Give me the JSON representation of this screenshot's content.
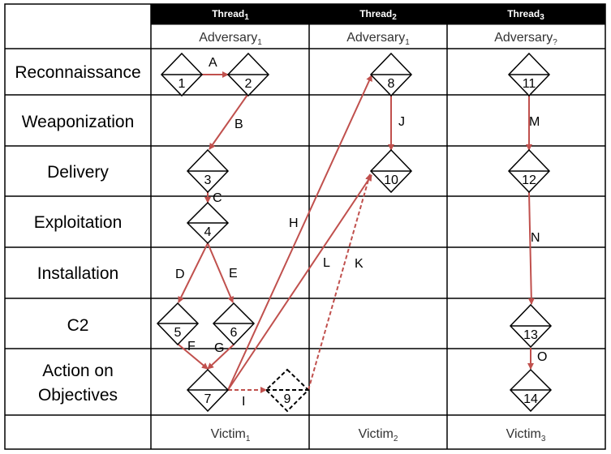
{
  "threads": [
    {
      "label": "Thread",
      "sub": "1",
      "adversary": "Adversary",
      "adv_sub": "1",
      "victim": "Victim",
      "victim_sub": "1"
    },
    {
      "label": "Thread",
      "sub": "2",
      "adversary": "Adversary",
      "adv_sub": "1",
      "victim": "Victim",
      "victim_sub": "2"
    },
    {
      "label": "Thread",
      "sub": "3",
      "adversary": "Adversary",
      "adv_sub": "?",
      "victim": "Victim",
      "victim_sub": "3"
    }
  ],
  "phases": [
    {
      "lines": [
        "Reconnaissance"
      ]
    },
    {
      "lines": [
        "Weaponization"
      ]
    },
    {
      "lines": [
        "Delivery"
      ]
    },
    {
      "lines": [
        "Exploitation"
      ]
    },
    {
      "lines": [
        "Installation"
      ]
    },
    {
      "lines": [
        "C2"
      ]
    },
    {
      "lines": [
        "Action on",
        "Objectives"
      ]
    }
  ],
  "nodes": [
    {
      "id": "1",
      "label": "1"
    },
    {
      "id": "2",
      "label": "2"
    },
    {
      "id": "3",
      "label": "3"
    },
    {
      "id": "4",
      "label": "4"
    },
    {
      "id": "5",
      "label": "5"
    },
    {
      "id": "6",
      "label": "6"
    },
    {
      "id": "7",
      "label": "7"
    },
    {
      "id": "8",
      "label": "8"
    },
    {
      "id": "9",
      "label": "9",
      "dashed": true
    },
    {
      "id": "10",
      "label": "10"
    },
    {
      "id": "11",
      "label": "11"
    },
    {
      "id": "12",
      "label": "12"
    },
    {
      "id": "13",
      "label": "13"
    },
    {
      "id": "14",
      "label": "14"
    }
  ],
  "edges": [
    {
      "label": "A",
      "from": "1",
      "to": "2"
    },
    {
      "label": "B",
      "from": "2",
      "to": "3"
    },
    {
      "label": "C",
      "from": "3",
      "to": "4"
    },
    {
      "label": "D",
      "from": "4",
      "to": "5"
    },
    {
      "label": "E",
      "from": "4",
      "to": "6"
    },
    {
      "label": "F",
      "from": "5",
      "to": "7"
    },
    {
      "label": "G",
      "from": "6",
      "to": "7"
    },
    {
      "label": "H",
      "from": "7",
      "to": "8"
    },
    {
      "label": "I",
      "from": "7",
      "to": "9"
    },
    {
      "label": "J",
      "from": "8",
      "to": "10"
    },
    {
      "label": "K",
      "from": "9",
      "to": "10",
      "dashed": true
    },
    {
      "label": "L",
      "from": "7",
      "to": "10"
    },
    {
      "label": "M",
      "from": "11",
      "to": "12"
    },
    {
      "label": "N",
      "from": "12",
      "to": "13"
    },
    {
      "label": "O",
      "from": "13",
      "to": "14"
    }
  ],
  "colors": {
    "edge": "#c0504d",
    "grid": "#000000",
    "header_bg": "#000000"
  }
}
